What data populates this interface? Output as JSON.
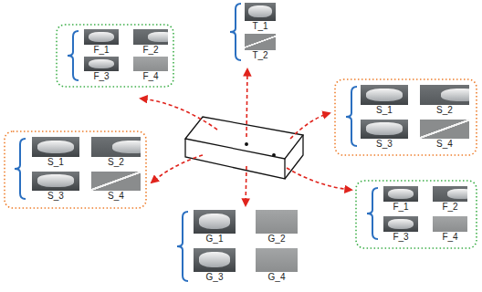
{
  "diagram": {
    "nodes": [
      {
        "text": [
          "T_1"
        ]
      },
      {
        "text": [
          "T_2"
        ]
      },
      {
        "text": [
          "F_1"
        ]
      },
      {
        "text": [
          "F_2"
        ]
      },
      {
        "text": [
          "F_3"
        ]
      },
      {
        "text": [
          "F_4"
        ]
      },
      {
        "text": [
          "S_1"
        ]
      },
      {
        "text": [
          "S_2"
        ]
      },
      {
        "text": [
          "S_3"
        ]
      },
      {
        "text": [
          "S_4"
        ]
      },
      {
        "text": [
          "S_1"
        ]
      },
      {
        "text": [
          "S_2"
        ]
      },
      {
        "text": [
          "S_3"
        ]
      },
      {
        "text": [
          "S_4"
        ]
      },
      {
        "text": [
          "F_1"
        ]
      },
      {
        "text": [
          "F_2"
        ]
      },
      {
        "text": [
          "F_3"
        ]
      },
      {
        "text": [
          "F_4"
        ]
      },
      {
        "text": [
          "G_1"
        ]
      },
      {
        "text": [
          "G_2"
        ]
      },
      {
        "text": [
          "G_3"
        ]
      },
      {
        "text": [
          "G_4"
        ]
      }
    ]
  }
}
